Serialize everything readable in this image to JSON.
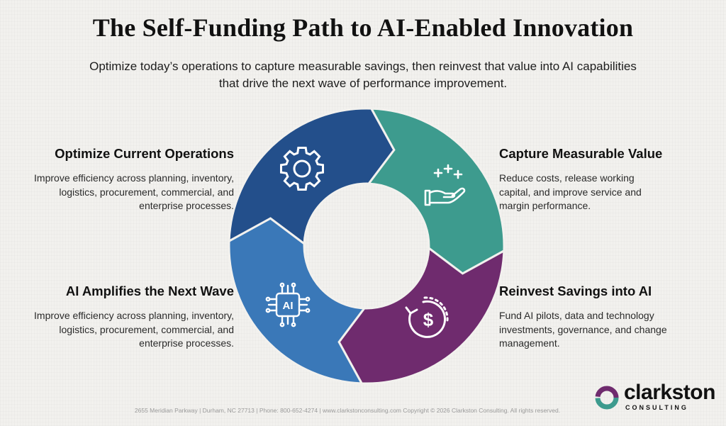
{
  "title": "The Self-Funding Path to AI-Enabled Innovation",
  "subtitle": "Optimize today’s operations to capture measurable savings, then reinvest that value into AI capabilities that drive the next wave of performance improvement.",
  "steps": [
    {
      "heading": "Optimize Current Operations",
      "body": "Improve efficiency across planning, inventory, logistics, procurement, commercial, and enterprise processes.",
      "icon": "gear-icon",
      "color": "#234f8b"
    },
    {
      "heading": "Capture Measurable Value",
      "body": "Reduce costs, release working capital, and improve service and margin performance.",
      "icon": "hand-sparkles-icon",
      "color": "#3d9b8e"
    },
    {
      "heading": "Reinvest Savings into AI",
      "body": "Fund AI pilots, data and technology investments, governance, and change management.",
      "icon": "dollar-cycle-icon",
      "color": "#6f2b6e"
    },
    {
      "heading": "AI Amplifies the Next Wave",
      "body": "Improve efficiency across planning, inventory, logistics, procurement, commercial, and enterprise processes.",
      "icon": "ai-chip-icon",
      "color": "#3a78b8"
    }
  ],
  "ai_chip_label": "AI",
  "footer": "2655 Meridian Parkway | Durham, NC 27713 | Phone: 800-652-4274 | www.clarkstonconsulting.com Copyright © 2026 Clarkston Consulting. All rights reserved.",
  "logo": {
    "word": "clarkston",
    "sub": "CONSULTING"
  }
}
